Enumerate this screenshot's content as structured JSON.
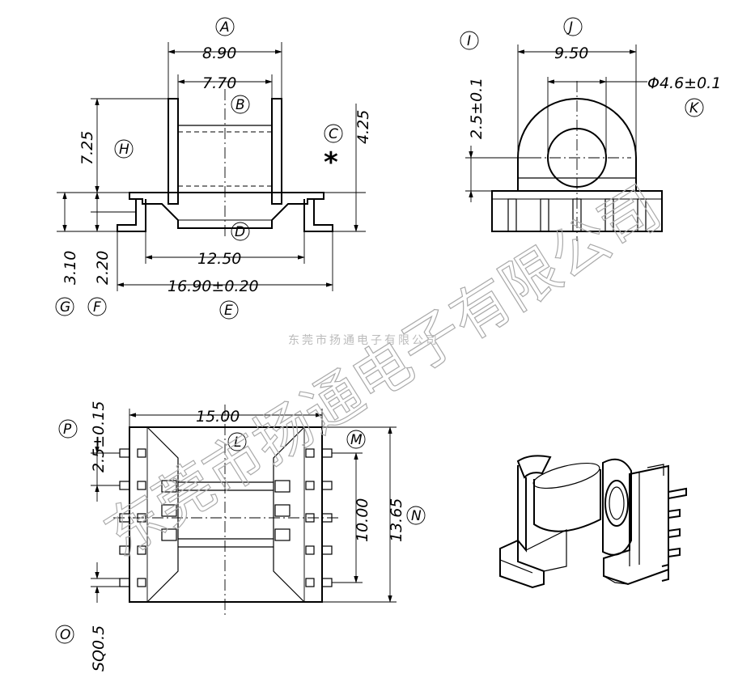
{
  "dimensions": {
    "a": "8.90",
    "b": "7.70",
    "h": "7.25",
    "c": "4.25",
    "d": "12.50",
    "e": "16.90±0.20",
    "g": "3.10",
    "f": "2.20",
    "i": "2.5±0.1",
    "j": "9.50",
    "k": "Φ4.6±0.1",
    "l": "15.00",
    "p": "2.5±0.15",
    "m": "10.00",
    "n": "13.65",
    "o": "SQ0.5"
  },
  "labels": {
    "A": "A",
    "B": "B",
    "C": "C",
    "D": "D",
    "E": "E",
    "F": "F",
    "G": "G",
    "H": "H",
    "I": "I",
    "J": "J",
    "K": "K",
    "L": "L",
    "M": "M",
    "N": "N",
    "O": "O",
    "P": "P"
  },
  "marks": {
    "asterisk": "*"
  },
  "watermark": {
    "large": "东莞市扬通电子有限公司",
    "small": "东莞市扬通电子有限公司"
  },
  "colors": {
    "ink": "#000000",
    "watermark": "#aaaaaa"
  }
}
